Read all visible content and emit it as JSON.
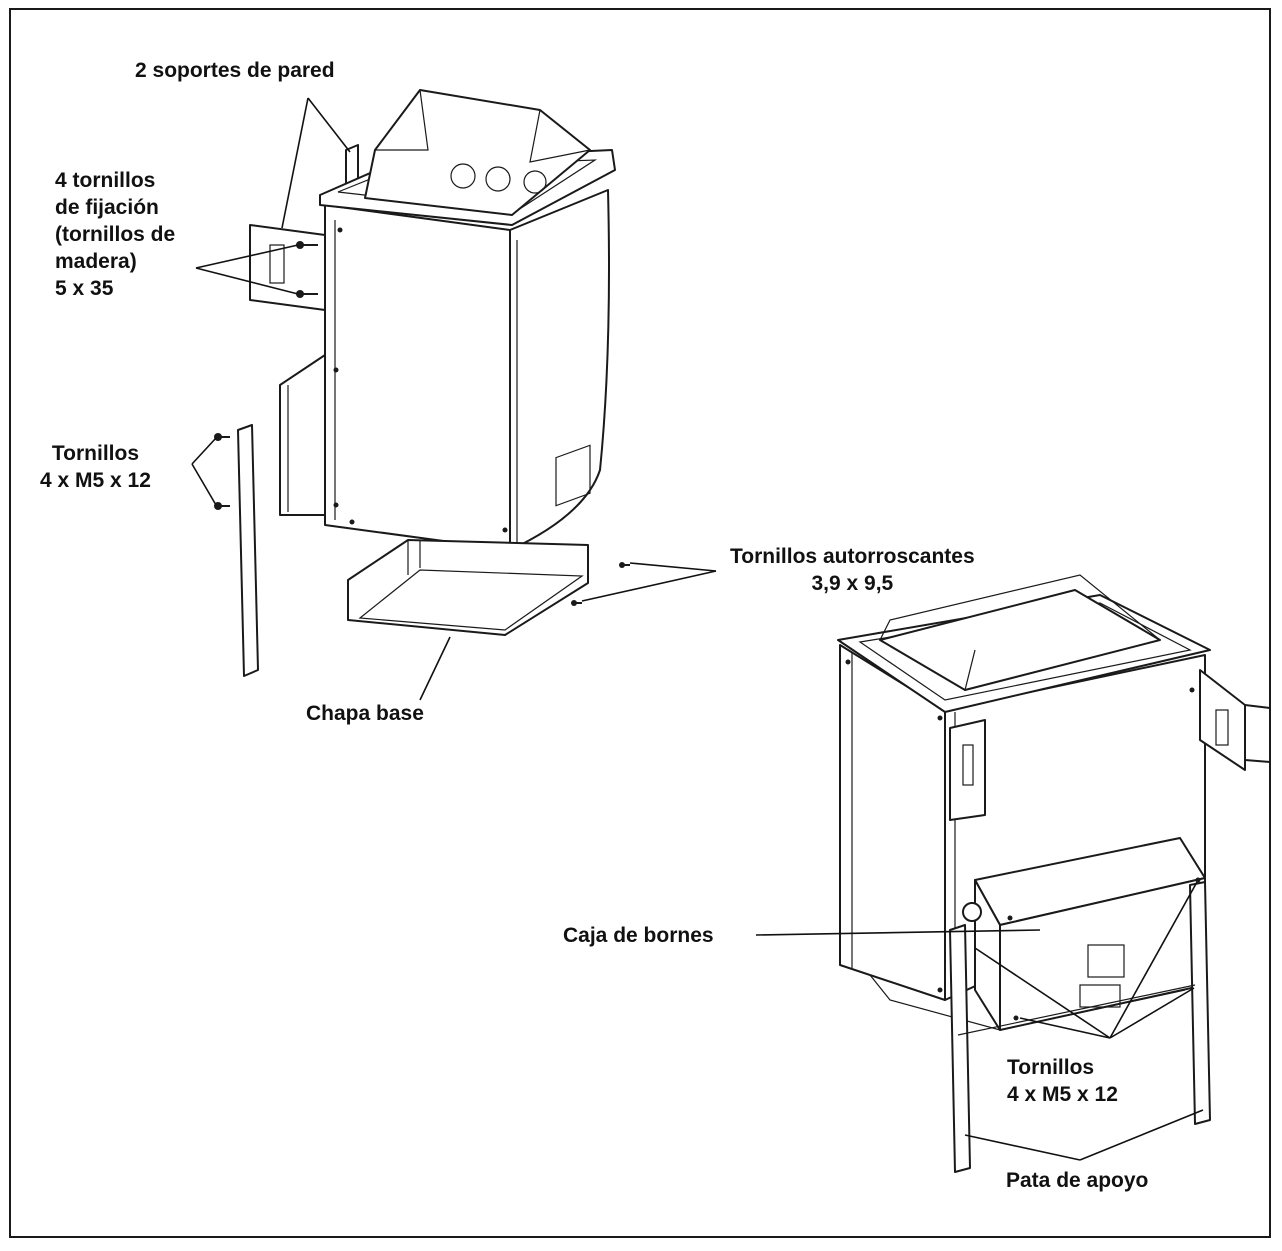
{
  "labels": {
    "wall_brackets": [
      "2 soportes de pared"
    ],
    "fixing_screws": [
      "4 tornillos",
      "de fijación",
      "(tornillos de",
      "madera)",
      "5 x 35"
    ],
    "screws_left": [
      "Tornillos",
      "4 x M5 x 12"
    ],
    "self_tapping": [
      "Tornillos autorroscantes",
      "3,9 x 9,5"
    ],
    "base_plate": [
      "Chapa base"
    ],
    "terminal_box": [
      "Caja de bornes"
    ],
    "screws_right": [
      "Tornillos",
      "4 x M5 x 12"
    ],
    "support_leg": [
      "Pata de apoyo"
    ]
  },
  "colors": {
    "line": "#1a1a1a",
    "background": "#ffffff"
  }
}
